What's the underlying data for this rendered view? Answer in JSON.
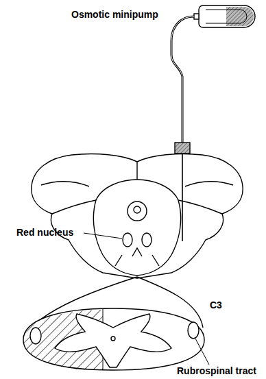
{
  "diagram": {
    "labels": [
      "Osmotic minipump",
      "Red nucleus",
      "C3",
      "Rubrospinal tract"
    ]
  }
}
